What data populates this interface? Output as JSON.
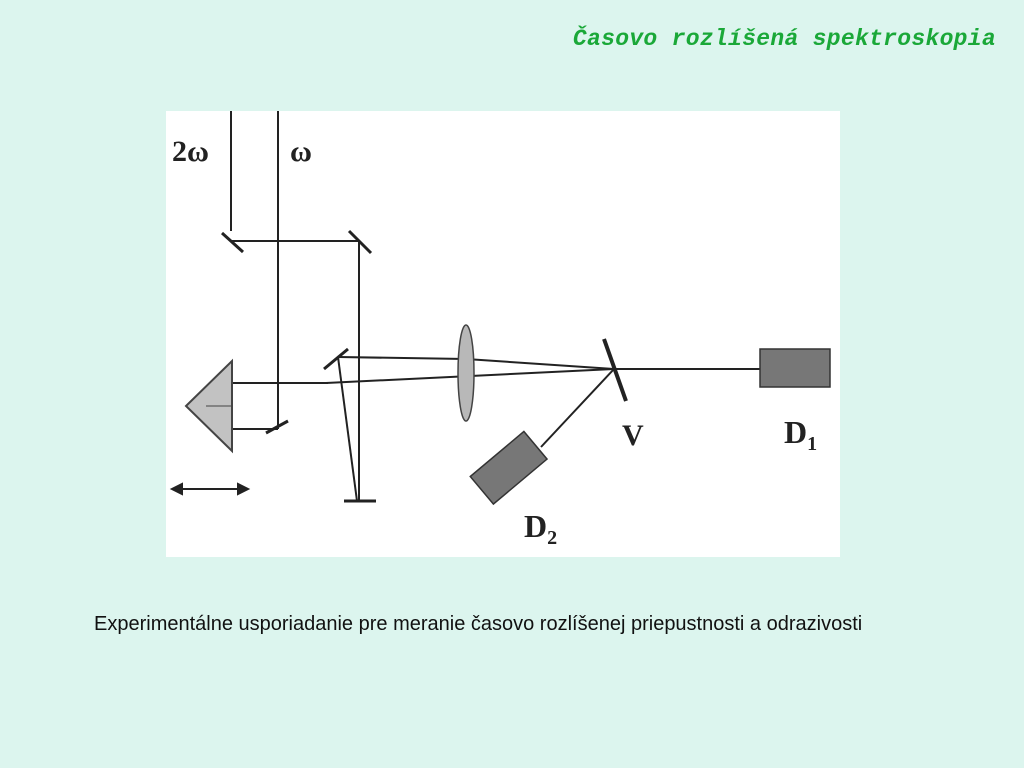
{
  "slide": {
    "title": "Časovo rozlíšená spektroskopia",
    "caption": "Experimentálne usporiadanie pre meranie časovo rozlíšenej priepustnosti a odrazivosti"
  },
  "diagram": {
    "labels": {
      "beam_2w": "2ω",
      "beam_w": "ω",
      "sample": "V",
      "detector1_base": "D",
      "detector1_sub": "1",
      "detector2_base": "D",
      "detector2_sub": "2"
    }
  },
  "colors": {
    "background": "#dcf5ee",
    "title": "#1aa838",
    "detector": "#777777",
    "prism": "#c2c2c2",
    "lens": "#b8b8b8",
    "line": "#222222"
  }
}
